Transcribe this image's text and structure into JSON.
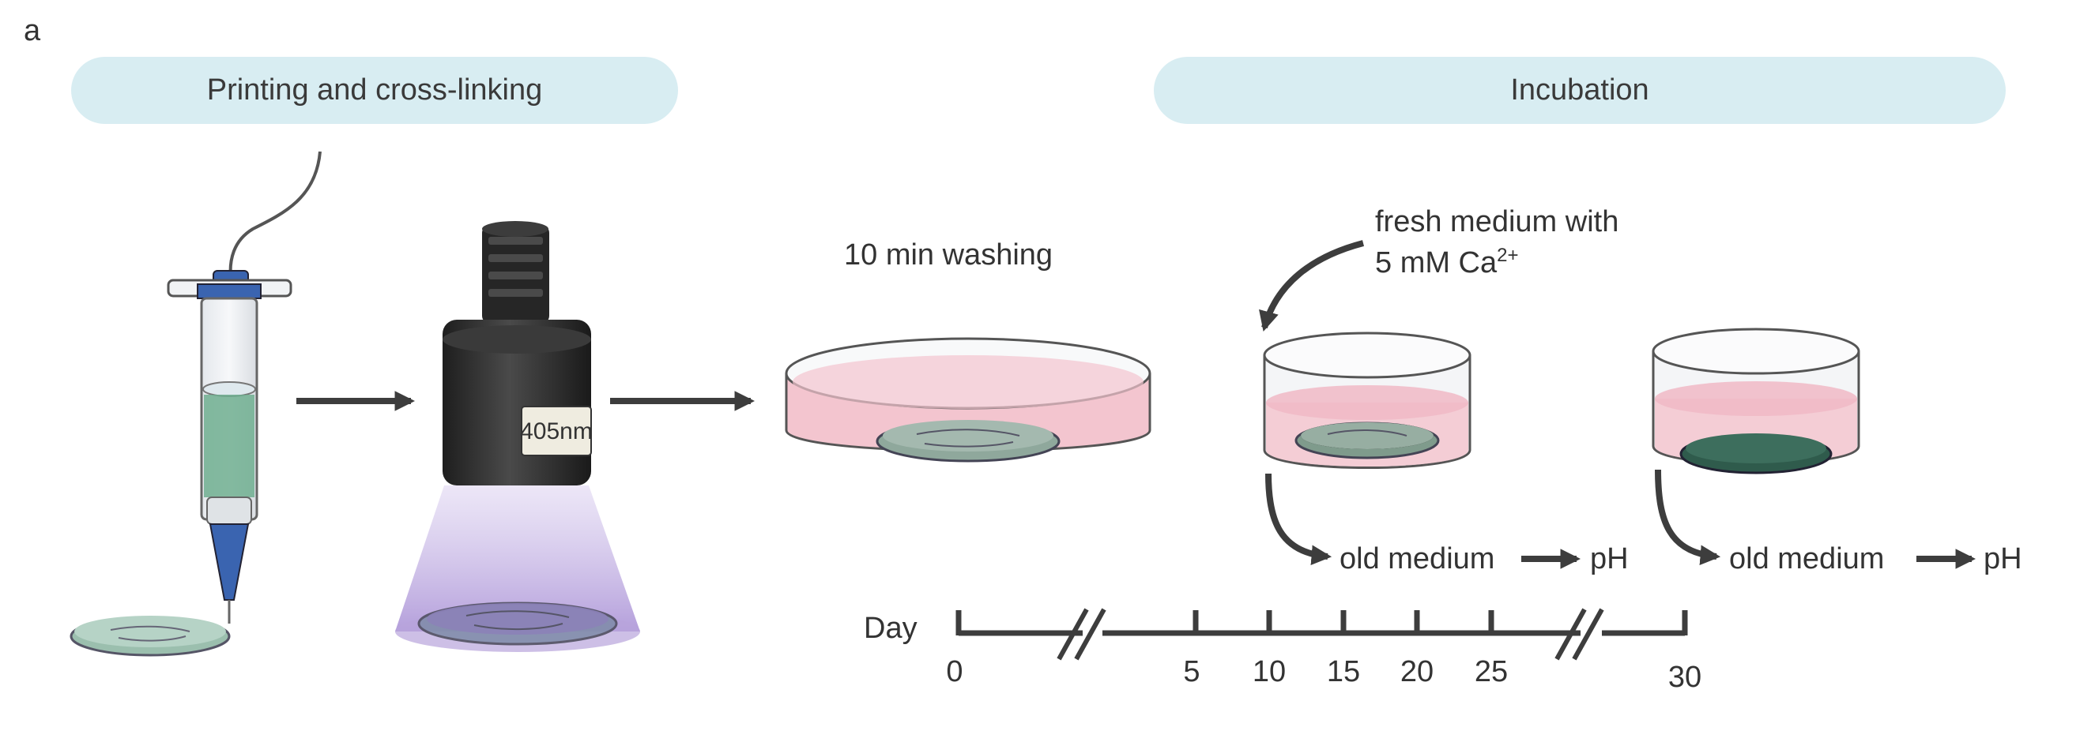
{
  "figure": {
    "panel_letter": "a",
    "headers": {
      "printing": "Printing and cross-linking",
      "incubation": "Incubation"
    },
    "labels": {
      "washing": "10 min washing",
      "fresh_medium_line1": "fresh medium with",
      "fresh_medium_line2": "5 mM Ca",
      "fresh_medium_sup": "2+",
      "old_medium_1": "old medium",
      "old_medium_2": "old medium",
      "ph_1": "pH",
      "ph_2": "pH",
      "lamp_label": "405nm"
    },
    "timeline": {
      "axis_label": "Day",
      "ticks": [
        "0",
        "5",
        "10",
        "15",
        "20",
        "25",
        "30"
      ]
    },
    "colors": {
      "header_bg": "#d8edf2",
      "arrow": "#3d3d3d",
      "medium_pink": "#f3c5cf",
      "gel_green": "#8fb3a3",
      "uv_purple": "#a890cf",
      "lamp_body": "#2b2b2b",
      "syringe_ink": "#6fae8f",
      "syringe_cap": "#3a64b0"
    },
    "icons": [
      "syringe-icon",
      "uv-lamp-icon",
      "petri-dish-icon",
      "well-icon",
      "gel-disc-icon"
    ]
  }
}
